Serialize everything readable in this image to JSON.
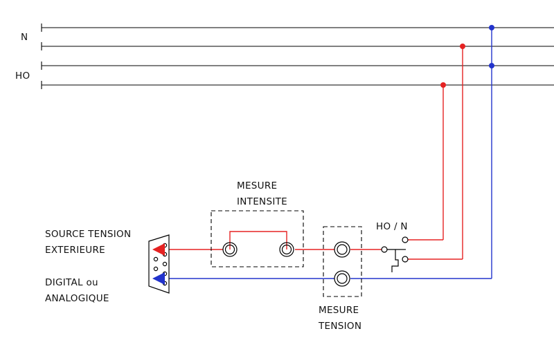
{
  "labels": {
    "rail_n": "N",
    "rail_ho": "HO",
    "mesure_intensite_1": "MESURE",
    "mesure_intensite_2": "INTENSITE",
    "mesure_tension_1": "MESURE",
    "mesure_tension_2": "TENSION",
    "switch": "HO / N",
    "source_1": "SOURCE TENSION",
    "source_2": "EXTERIEURE",
    "source_3": "DIGITAL ou",
    "source_4": "ANALOGIQUE"
  },
  "colors": {
    "red_wire": "#e52222",
    "blue_wire": "#2233cc",
    "rail": "#000000"
  }
}
